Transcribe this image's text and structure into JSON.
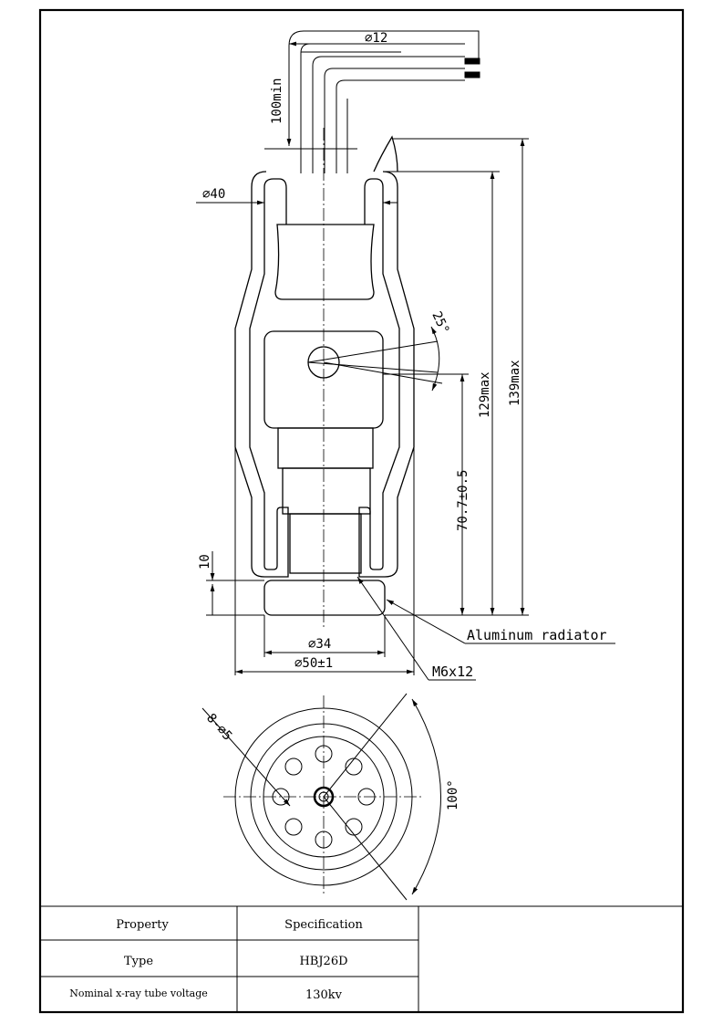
{
  "dimensions": {
    "cable_diameter": "⌀12",
    "cable_length": "100min",
    "body_diameter": "⌀40",
    "angle": "25°",
    "height_129": "129max",
    "height_139": "139max",
    "focal_height": "70.7±0.5",
    "base_height": "10",
    "inner_diameter": "⌀34",
    "outer_diameter": "⌀50±1",
    "hole_pattern": "8-⌀5",
    "bottom_angle": "100°"
  },
  "callouts": {
    "radiator": "Aluminum radiator",
    "thread": "M6x12"
  },
  "table": {
    "headers": [
      "Property",
      "Specification"
    ],
    "rows": [
      [
        "Type",
        "HBJ26D"
      ],
      [
        "Nominal x-ray tube voltage",
        "130kv"
      ]
    ]
  }
}
